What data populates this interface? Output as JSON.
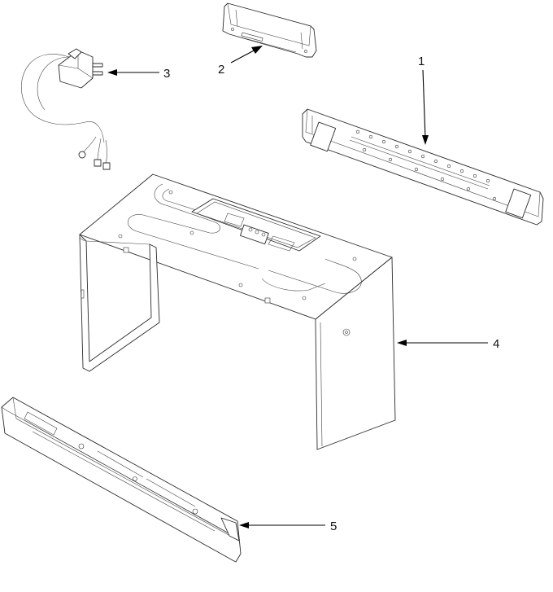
{
  "diagram": {
    "callouts": [
      {
        "id": "1",
        "label": "1",
        "part": "mounting-bracket-rail"
      },
      {
        "id": "2",
        "label": "2",
        "part": "top-bracket"
      },
      {
        "id": "3",
        "label": "3",
        "part": "power-cord"
      },
      {
        "id": "4",
        "label": "4",
        "part": "outer-cabinet-wrapper"
      },
      {
        "id": "5",
        "label": "5",
        "part": "bottom-front-trim"
      }
    ]
  },
  "colors": {
    "line": "#2a2a2a",
    "background": "#ffffff",
    "arrow": "#000000"
  }
}
